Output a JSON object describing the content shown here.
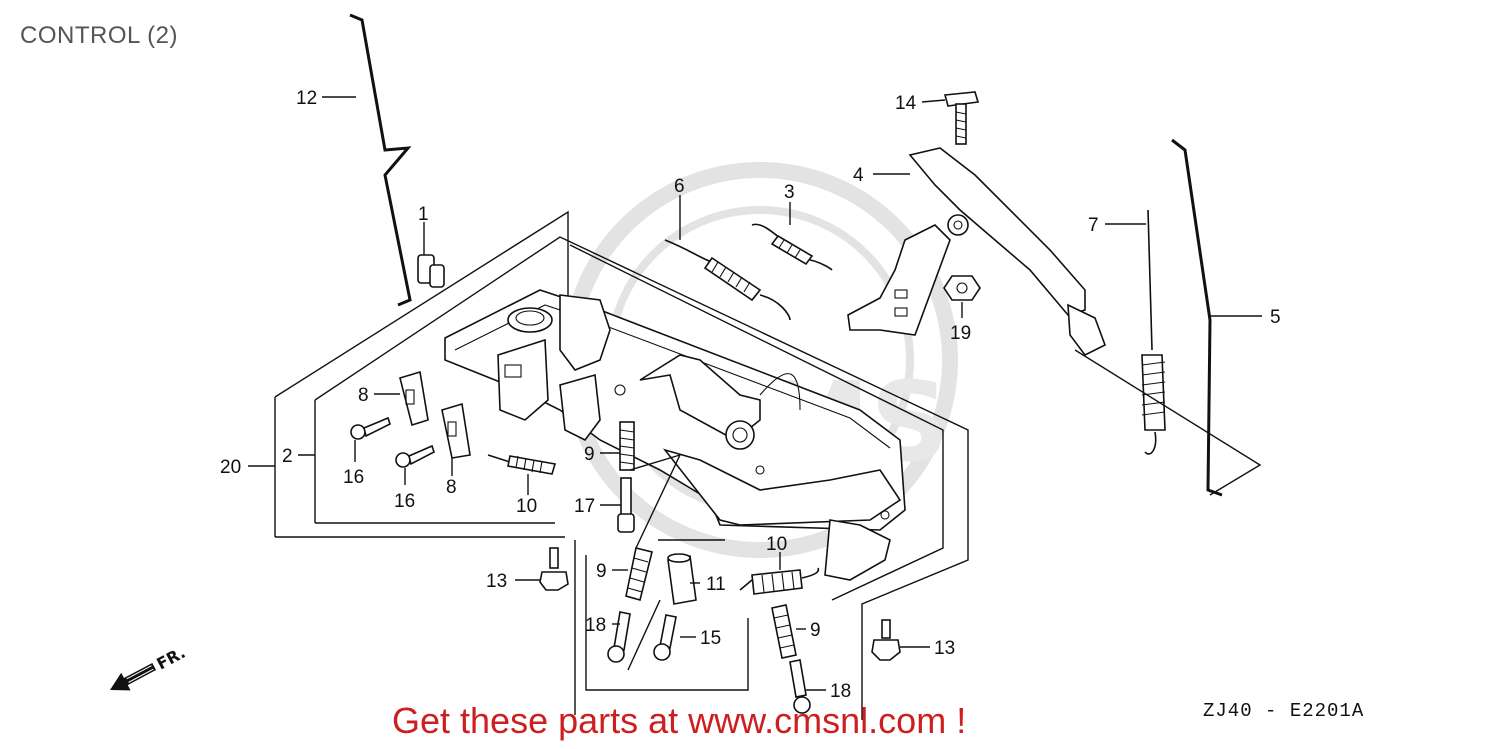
{
  "header": {
    "title": "CONTROL (2)"
  },
  "footer": {
    "promo_text": "Get these parts at www.cmsnl.com !",
    "diagram_code": "ZJ40 - E2201A"
  },
  "front_indicator": {
    "text": "FR.",
    "icon": "front-direction-arrow-icon"
  },
  "watermark": {
    "text": "CMS",
    "color": "#e3e3e3"
  },
  "colors": {
    "promo": "#cc1f1f",
    "lines": "#111111",
    "title": "#555555"
  },
  "callouts": [
    {
      "label": "12"
    },
    {
      "label": "1"
    },
    {
      "label": "6"
    },
    {
      "label": "3"
    },
    {
      "label": "14"
    },
    {
      "label": "4"
    },
    {
      "label": "7"
    },
    {
      "label": "5"
    },
    {
      "label": "19"
    },
    {
      "label": "8"
    },
    {
      "label": "16"
    },
    {
      "label": "20"
    },
    {
      "label": "2"
    },
    {
      "label": "16"
    },
    {
      "label": "8"
    },
    {
      "label": "10"
    },
    {
      "label": "9"
    },
    {
      "label": "17"
    },
    {
      "label": "13"
    },
    {
      "label": "9"
    },
    {
      "label": "11"
    },
    {
      "label": "10"
    },
    {
      "label": "18"
    },
    {
      "label": "15"
    },
    {
      "label": "9"
    },
    {
      "label": "13"
    },
    {
      "label": "18"
    }
  ]
}
